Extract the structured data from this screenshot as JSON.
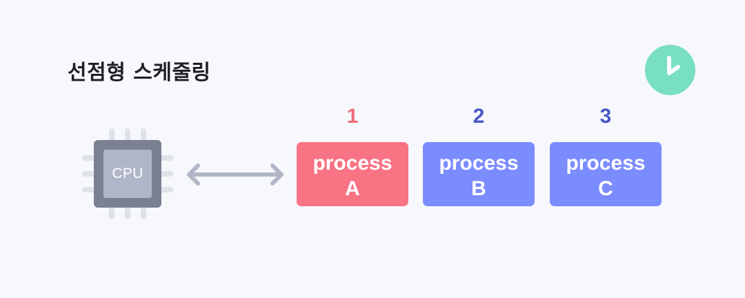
{
  "title": "선점형 스케줄링",
  "cpu": {
    "label": "CPU"
  },
  "processes": [
    {
      "number": "1",
      "line1": "process",
      "line2": "A",
      "color": "#f87384",
      "number_color": "#ef6a79"
    },
    {
      "number": "2",
      "line1": "process",
      "line2": "B",
      "color": "#7b8cff",
      "number_color": "#4a56c6"
    },
    {
      "number": "3",
      "line1": "process",
      "line2": "C",
      "color": "#7b8cff",
      "number_color": "#4a56c6"
    }
  ],
  "colors": {
    "background": "#f7f8fc",
    "clock": "#79dfc2",
    "cpu_outer": "#7b8093",
    "cpu_inner": "#afb6c7",
    "pins": "#dfe2ea",
    "arrow": "#b1b7c6"
  },
  "icons": {
    "clock": "clock-icon",
    "cpu": "cpu-chip-icon",
    "arrow": "double-arrow-icon"
  }
}
